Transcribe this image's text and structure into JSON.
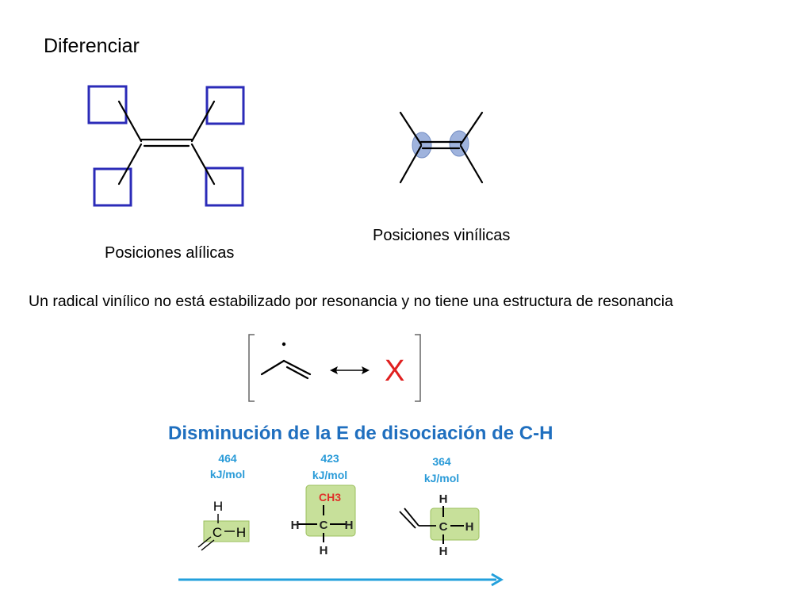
{
  "slide": {
    "title": "Diferenciar",
    "allylic_caption": "Posiciones alílicas",
    "vinylic_caption": "Posiciones vinílicas",
    "statement": "Un radical vinílico no está estabilizado por resonancia y no tiene una estructura de resonancia",
    "resonance": {
      "invalid_mark": "X"
    },
    "trend_title": "Disminución de la E de disociación de C-H",
    "bonds": [
      {
        "energy": "464",
        "unit": "kJ/mol",
        "substituent": "H"
      },
      {
        "energy": "423",
        "unit": "kJ/mol",
        "substituent": "CH3"
      },
      {
        "energy": "364",
        "unit": "kJ/mol",
        "substituent": "H"
      }
    ],
    "atoms": {
      "carbon": "C",
      "hydrogen": "H"
    }
  },
  "colors": {
    "allylic_box": "#2b2bb8",
    "vinylic_highlight": "#8fa6d8",
    "title_blue": "#1f6fbf",
    "energy_blue": "#2a9bd8",
    "ch3_red": "#e0302a",
    "bond_highlight": "#c7e09a",
    "invalid_red": "#e02020",
    "arrow_blue": "#23a0dc"
  }
}
